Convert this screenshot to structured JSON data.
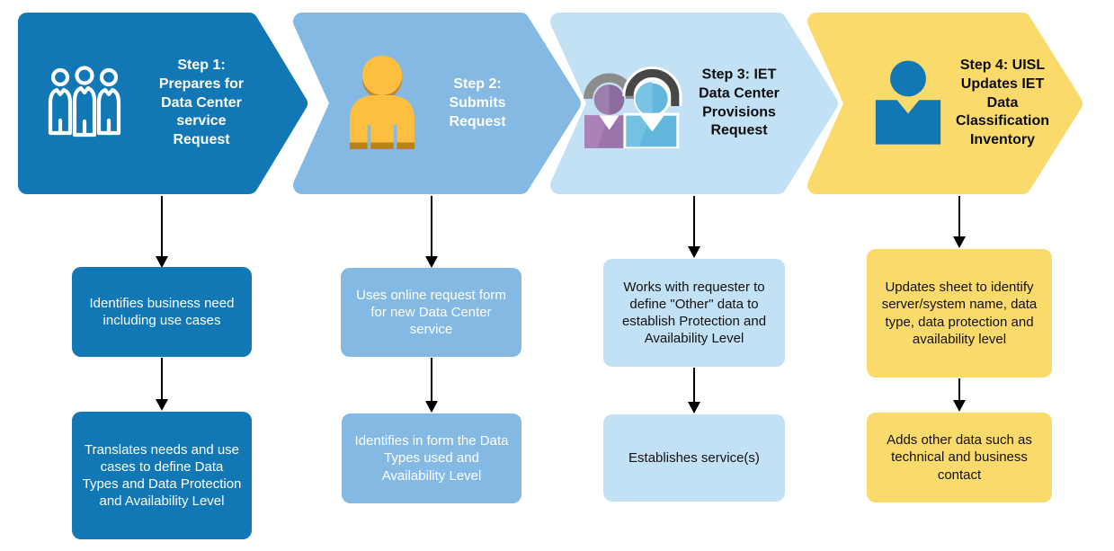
{
  "colors": {
    "step1": "#1278b5",
    "step2": "#83b9e3",
    "step3": "#c3e1f5",
    "step4": "#fbda6c",
    "arrow": "#000000",
    "icon_yellow": "#fcbf40",
    "icon_yellow_dark": "#b8811f",
    "icon_yellow_shadow": "#c4872a",
    "icon_purple": "#9b74ab",
    "icon_purple_head": "#8e6b9e",
    "icon_teal": "#62b8dc",
    "icon_headset_gray": "#8c8c8c",
    "icon_headset_dark": "#474747"
  },
  "steps": [
    {
      "label": "Step 1: Prepares for Data Center service Request",
      "icon": "three-people-outline-icon",
      "boxes": [
        "Identifies business need including use cases",
        "Translates needs and use cases to define Data Types and Data Protection and  Availability Level"
      ]
    },
    {
      "label": "Step 2: Submits Request",
      "icon": "yellow-person-icon",
      "boxes": [
        "Uses online request form for new Data Center service",
        "Identifies in form the Data Types used and Availability Level"
      ]
    },
    {
      "label": "Step 3:  IET Data Center Provisions Request",
      "icon": "support-agents-headset-icon",
      "boxes": [
        "Works with requester to define \"Other\" data to establish Protection and Availability Level",
        "Establishes service(s)"
      ]
    },
    {
      "label": "Step 4: UISL Updates IET Data Classification Inventory",
      "icon": "blue-person-icon",
      "boxes": [
        "Updates sheet to identify server/system name, data type, data protection and availability level",
        "Adds other data such as technical and business contact"
      ]
    }
  ]
}
